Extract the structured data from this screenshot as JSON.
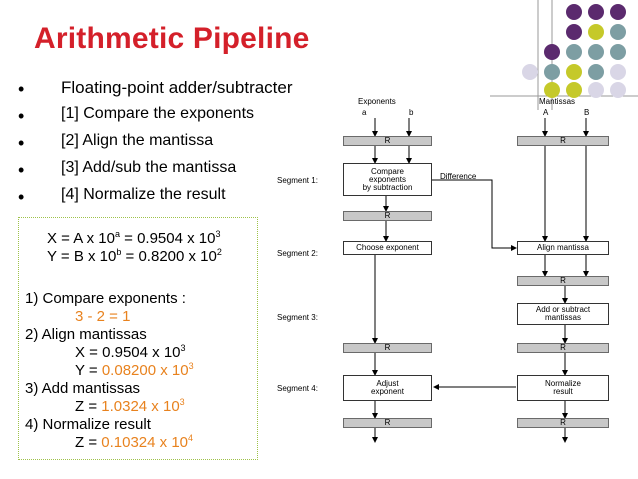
{
  "title": "Arithmetic Pipeline",
  "bullets": [
    "Floating-point adder/subtracter",
    "[1]  Compare the exponents",
    "[2]  Align the mantissa",
    "[3]  Add/sub the mantissa",
    "[4]  Normalize the result"
  ],
  "bullet_symbol": "•",
  "calc": {
    "x_def": {
      "pre": "X = A x 10",
      "sup": "a",
      "mid": " = 0.9504  x 10",
      "exp": "3"
    },
    "y_def": {
      "pre": "Y = B x 10",
      "sup": "b",
      "mid": " = 0.8200  x 10",
      "exp": "2"
    },
    "step1": "1) Compare exponents :",
    "step1_val": "3 - 2 = 1",
    "step2": "2) Align mantissas",
    "x_aligned": {
      "pre": "X = 0.9504  x 10",
      "exp": "3"
    },
    "y_aligned": {
      "pre": "Y = ",
      "val": "0.08200  x 10",
      "exp": "3"
    },
    "step3": "3) Add mantissas",
    "z_add": {
      "pre": "Z = ",
      "val": "1.0324  x 10",
      "exp": "3"
    },
    "step4": "4) Normalize result",
    "z_norm": {
      "pre": "Z = ",
      "val": "0.10324  x 10",
      "exp": "4"
    }
  },
  "diagram": {
    "exponents_label": "Exponents",
    "mantissas_label": "Mantissas",
    "a": "a",
    "b": "b",
    "A": "A",
    "B": "B",
    "register": "R",
    "compare_block": [
      "Compare",
      "exponents",
      "by subtraction"
    ],
    "difference_label": "Difference",
    "choose_exponent": "Choose exponent",
    "align_mantissa": "Align mantissa",
    "add_subtract": [
      "Add or subtract",
      "mantissas"
    ],
    "adjust_exponent": [
      "Adjust",
      "exponent"
    ],
    "normalize_result": [
      "Normalize",
      "result"
    ],
    "segment1": "Segment 1:",
    "segment2": "Segment 2:",
    "segment3": "Segment 3:",
    "segment4": "Segment 4:"
  },
  "colors": {
    "title": "#d4202a",
    "highlight": "#e8821e",
    "box_border": "#9ec24a",
    "dot_purple": "#5b2a6e",
    "dot_teal": "#7d9ea3",
    "dot_yellow": "#c5c92a",
    "dot_light": "#d9d6e6"
  }
}
